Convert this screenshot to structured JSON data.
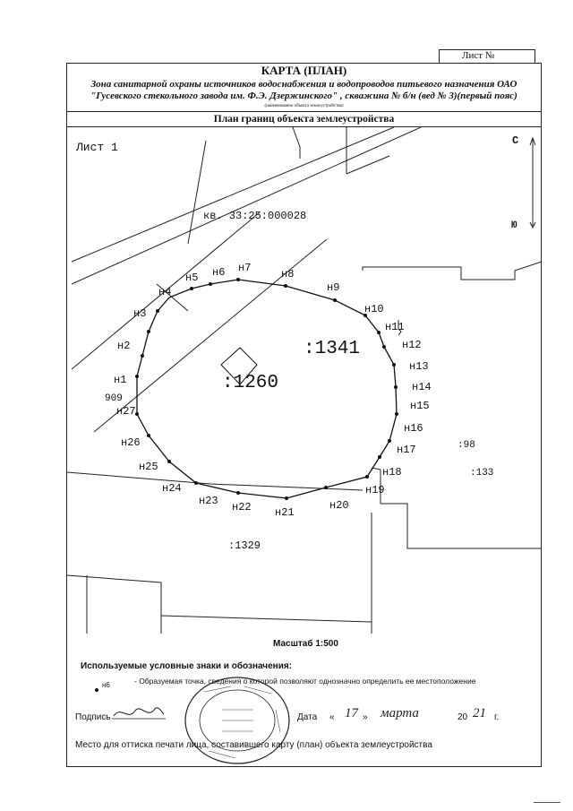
{
  "sheet_no": "Лист №",
  "map_title": "КАРТА (ПЛАН)",
  "subtitle_line1": "Зона санитарной охраны источников водоснабжения и водопроводов питьевого назначения ОАО",
  "subtitle_line2": "\"Гусевского стекольного завода им. Ф.Э. Дзержинского\" , скважина № б/н (вед № 3)(первый пояс)",
  "object_caption": "(наименование объекта землеустройства)",
  "plan_title": "План границ объекта землеустройства",
  "map": {
    "sheet_label": "Лист 1",
    "block_label": "кв. 33:25:000028",
    "parcel_main": ":1341",
    "parcel_center": ":1260",
    "parcel_98": ":98",
    "parcel_133": ":133",
    "parcel_1329": ":1329",
    "label_909": "909",
    "north": "С",
    "south": "Ю",
    "points": [
      "н1",
      "н2",
      "н3",
      "н4",
      "н5",
      "н6",
      "н7",
      "н8",
      "н9",
      "н10",
      "н11",
      "н12",
      "н13",
      "н14",
      "н15",
      "н16",
      "н17",
      "н18",
      "н19",
      "н20",
      "н21",
      "н22",
      "н23",
      "н24",
      "н25",
      "н26",
      "н27"
    ]
  },
  "scale": "Масштаб 1:500",
  "legend": {
    "title": "Используемые условные знаки и обозначения:",
    "point_code": "н6",
    "point_desc": "- Образуемая точка, сведения о которой позволяют однозначно определить ее местоположение"
  },
  "signature": {
    "label": "Подпись",
    "date_label": "Дата",
    "day": "17",
    "month": "марта",
    "year_prefix": "20",
    "year_suffix": "г.",
    "year_hand": "21"
  },
  "stamp_place": "Место для оттиска печати лица, составившего карту (план) объекта землеустройства"
}
